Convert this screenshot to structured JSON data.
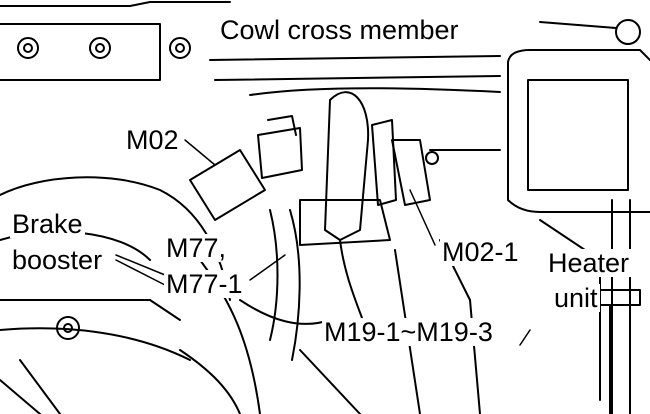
{
  "colors": {
    "ink": "#000000",
    "paper": "#ffffff"
  },
  "labels": {
    "cowl_cross_member": "Cowl cross member",
    "m02": "M02",
    "brake_booster_line1": "Brake",
    "brake_booster_line2": "booster",
    "m77_line1": "M77,",
    "m77_line2": "M77-1",
    "m02_1": "M02-1",
    "heater_unit_line1": "Heater",
    "heater_unit_line2": "unit",
    "m19": "M19-1~M19-3"
  }
}
